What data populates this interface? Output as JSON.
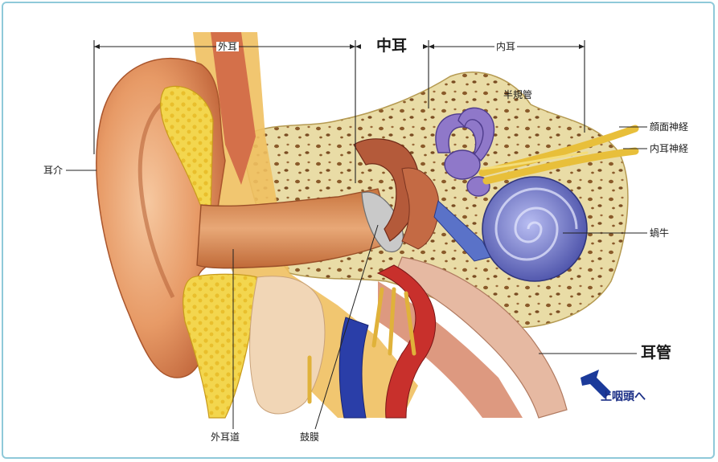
{
  "labels": {
    "outer_ear": "外耳",
    "middle_ear": "中耳",
    "inner_ear": "内耳",
    "semicircular_canals": "半規管",
    "facial_nerve": "顔面神経",
    "inner_ear_nerve": "内耳神経",
    "auricle": "耳介",
    "cochlea": "蝸牛",
    "eustachian_tube": "耳管",
    "to_nasopharynx": "上咽頭へ",
    "ear_canal": "外耳道",
    "eardrum": "鼓膜"
  },
  "colors": {
    "frame": "#8fc9d9",
    "skin": "#e8a06c",
    "cartilage": "#f0d24a",
    "bone": "#e6d9a0",
    "cochlea": "#6c72c8",
    "artery": "#c8302c",
    "vein": "#2a3ea8",
    "arrow": "#1b3a9a"
  }
}
